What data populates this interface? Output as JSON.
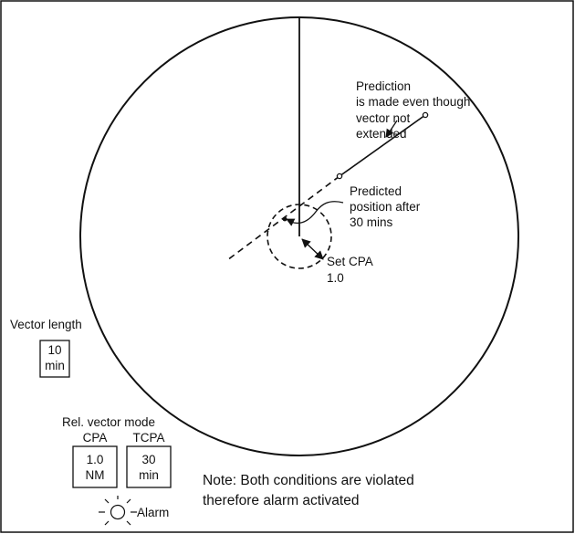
{
  "annotations": {
    "prediction_line1": "Prediction",
    "prediction_line2": "is made even though",
    "prediction_line3": "vector not",
    "prediction_line4": "extended",
    "predicted_line1": "Predicted",
    "predicted_line2": "position after",
    "predicted_line3": "30 mins",
    "set_cpa_line1": "Set CPA",
    "set_cpa_line2": "1.0"
  },
  "vector_length": {
    "label": "Vector length",
    "value": "10",
    "unit": "min"
  },
  "rel_vector": {
    "mode_label": "Rel. vector mode",
    "cpa_label": "CPA",
    "cpa_value": "1.0",
    "cpa_unit": "NM",
    "tcpa_label": "TCPA",
    "tcpa_value": "30",
    "tcpa_unit": "min"
  },
  "alarm": {
    "label": "Alarm"
  },
  "note": {
    "line1": "Note: Both conditions are violated",
    "line2": "therefore alarm activated"
  }
}
